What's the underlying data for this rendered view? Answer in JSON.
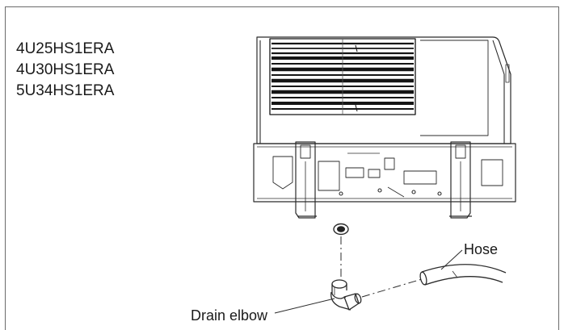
{
  "models": [
    "4U25HS1ERA",
    "4U30HS1ERA",
    "5U34HS1ERA"
  ],
  "labels": {
    "hose": "Hose",
    "drain_elbow": "Drain elbow"
  },
  "colors": {
    "line": "#2b2b2b",
    "grille": "#151515",
    "border": "#6a6a6a"
  }
}
